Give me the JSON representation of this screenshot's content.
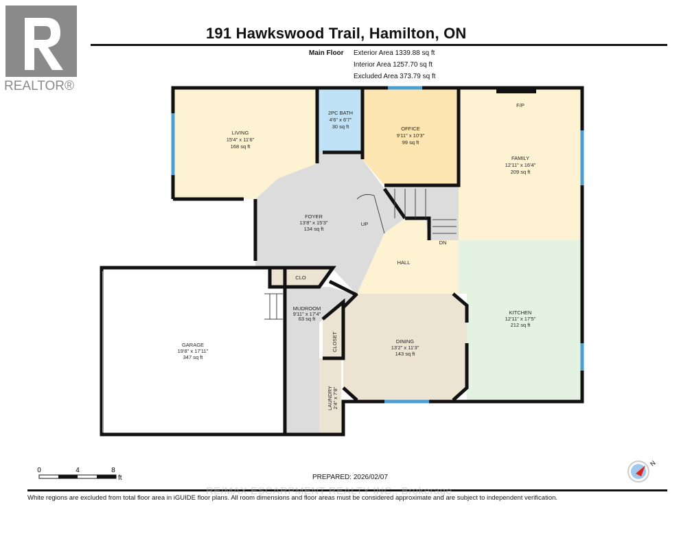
{
  "logo": {
    "text": "REALTOR®",
    "color": "#8a8a8a"
  },
  "header": {
    "title": "191 Hawkswood Trail, Hamilton, ON",
    "floor_name": "Main Floor",
    "exterior_area": "Exterior Area 1339.88 sq ft",
    "interior_area": "Interior Area 1257.70 sq ft",
    "excluded_area": "Excluded Area 373.79 sq ft"
  },
  "rooms": {
    "living": {
      "name": "LIVING",
      "dims": "15'4\" x 11'6\"",
      "area": "168 sq ft",
      "color": "#fdf3d3"
    },
    "bath": {
      "name": "2PC BATH",
      "dims": "4'6\" x 6'7\"",
      "area": "30 sq ft",
      "color": "#bfe2f6"
    },
    "office": {
      "name": "OFFICE",
      "dims": "9'11\" x 10'3\"",
      "area": "99 sq ft",
      "color": "#fde6b2"
    },
    "family": {
      "name": "FAMILY",
      "dims": "12'11\" x 16'4\"",
      "area": "209 sq ft",
      "fireplace": "F/P",
      "color": "#fdf3d3"
    },
    "foyer": {
      "name": "FOYER",
      "dims": "13'8\" x 15'3\"",
      "area": "134 sq ft",
      "color": "#dcdcdc"
    },
    "stairs_up": "UP",
    "stairs_down": "DN",
    "hall": {
      "name": "HALL",
      "color": "#fdf3d3"
    },
    "clo": {
      "name": "CLO",
      "color": "#ece3d3"
    },
    "kitchen": {
      "name": "KITCHEN",
      "dims": "12'11\" x 17'5\"",
      "area": "212 sq ft",
      "color": "#e4f2e2"
    },
    "mudroom": {
      "name": "MUDROOM",
      "dims": "9'11\" x 17'4\"",
      "area": "63 sq ft",
      "color": "#dcdcdc"
    },
    "closet": {
      "name": "CLOSET",
      "color": "#ece3d3"
    },
    "dining": {
      "name": "DINING",
      "dims": "13'2\" x 11'3\"",
      "area": "143 sq ft",
      "color": "#ece3d3"
    },
    "laundry": {
      "name": "LAUNDRY",
      "dims": "2'4\" x 7'8\"",
      "color": "#ece3d3"
    },
    "garage": {
      "name": "GARAGE",
      "dims": "19'8\" x 17'11\"",
      "area": "347 sq ft",
      "color": "#ffffff"
    }
  },
  "window_color": "#4a9fd0",
  "scale": {
    "labels": [
      "0",
      "4",
      "8"
    ],
    "unit": "ft"
  },
  "prepared": "PREPARED: 2026/02/07",
  "compass": {
    "icon": "north-compass-icon",
    "label": "N"
  },
  "watermark": "RE/MAX ESCARPMENT REALTY INC., Brokerage",
  "disclaimer": "White regions are excluded from total floor area in iGUIDE floor plans. All room dimensions and floor areas must be considered approximate and are subject to independent verification."
}
